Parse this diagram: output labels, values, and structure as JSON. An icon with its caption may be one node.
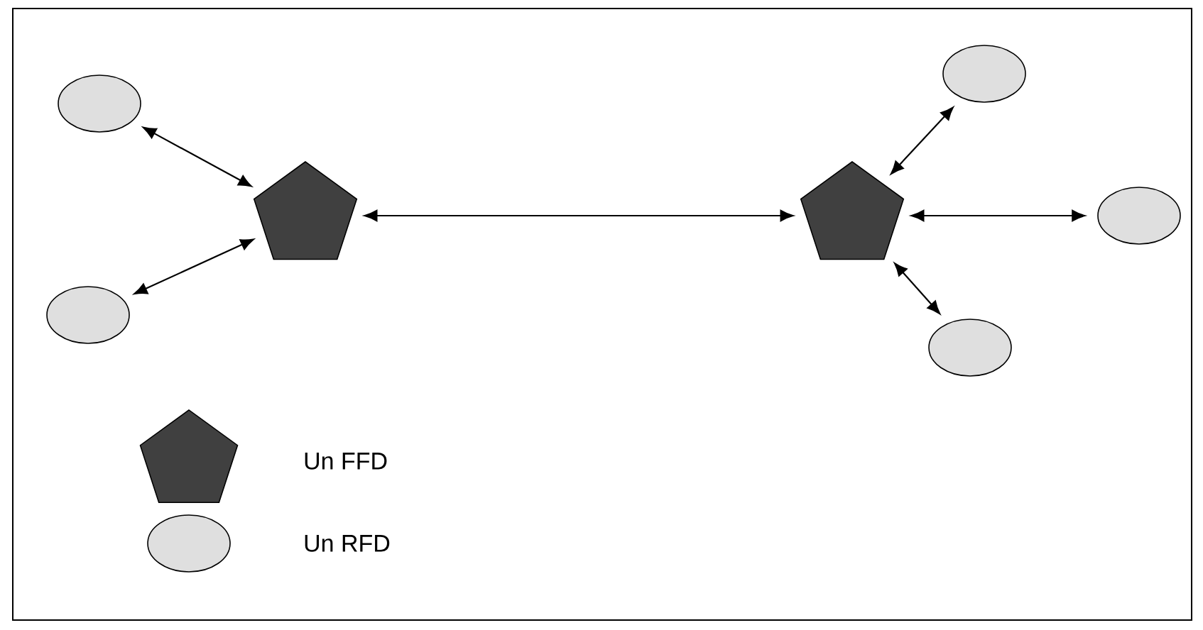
{
  "diagram": {
    "nodes": [
      {
        "text": [],
        "shape": "ellipse"
      },
      {
        "text": [],
        "shape": "ellipse"
      },
      {
        "text": [],
        "shape": "pentagon"
      },
      {
        "text": [],
        "shape": "pentagon"
      },
      {
        "text": [],
        "shape": "ellipse"
      },
      {
        "text": [],
        "shape": "ellipse"
      },
      {
        "text": [],
        "shape": "ellipse"
      }
    ],
    "edges": [
      {
        "from": 0,
        "to": 2,
        "arrow": "both"
      },
      {
        "from": 1,
        "to": 2,
        "arrow": "both"
      },
      {
        "from": 2,
        "to": 3,
        "arrow": "both"
      },
      {
        "from": 3,
        "to": 4,
        "arrow": "both"
      },
      {
        "from": 3,
        "to": 5,
        "arrow": "both"
      },
      {
        "from": 3,
        "to": 6,
        "arrow": "both"
      }
    ],
    "legend": [
      {
        "text": "Un FFD"
      },
      {
        "text": "Un RFD"
      }
    ]
  }
}
